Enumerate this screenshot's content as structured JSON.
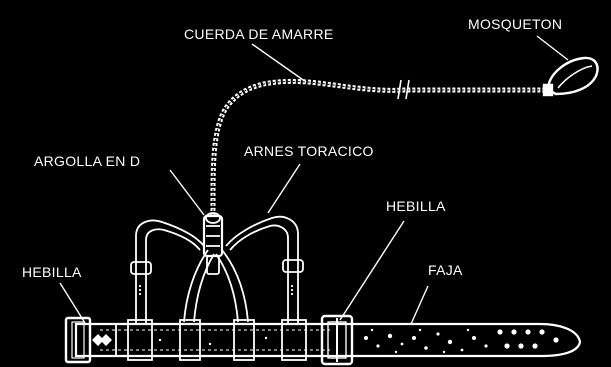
{
  "labels": {
    "cuerda": "CUERDA DE AMARRE",
    "mosqueton": "MOSQUETON",
    "argolla": "ARGOLLA EN D",
    "arnes": "ARNES TORACICO",
    "hebilla_right": "HEBILLA",
    "hebilla_left": "HEBILLA",
    "faja": "FAJA"
  },
  "colors": {
    "background": "#000000",
    "ink": "#ffffff"
  }
}
